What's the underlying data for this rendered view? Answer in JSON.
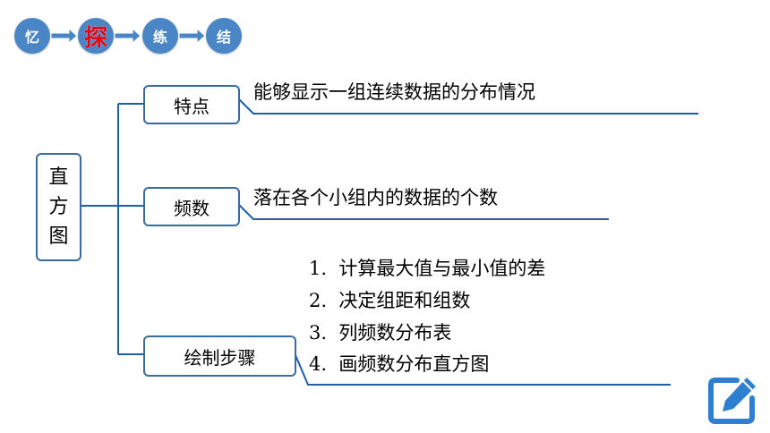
{
  "nav": {
    "steps": [
      {
        "label": "忆",
        "active": false
      },
      {
        "label": "探",
        "active": true
      },
      {
        "label": "练",
        "active": false
      },
      {
        "label": "结",
        "active": false
      }
    ]
  },
  "diagram": {
    "root": {
      "label": "直方图",
      "chars": [
        "直",
        "方",
        "图"
      ]
    },
    "branches": [
      {
        "label": "特点",
        "text": "能够显示一组连续数据的分布情况"
      },
      {
        "label": "频数",
        "text": "落在各个小组内的数据的个数"
      },
      {
        "label": "绘制步骤",
        "steps": [
          {
            "num": "1.",
            "text": "计算最大值与最小值的差"
          },
          {
            "num": "2.",
            "text": "决定组距和组数"
          },
          {
            "num": "3.",
            "text": "列频数分布表"
          },
          {
            "num": "4.",
            "text": "画频数分布直方图"
          }
        ]
      }
    ]
  },
  "colors": {
    "nav_circle": "#4a86c5",
    "nav_active": "#e8000f",
    "line": "#1f5fa8",
    "box_border": "#3a6a9e",
    "icon": "#2f7fd0"
  },
  "icons": {
    "edit": "edit-icon"
  }
}
